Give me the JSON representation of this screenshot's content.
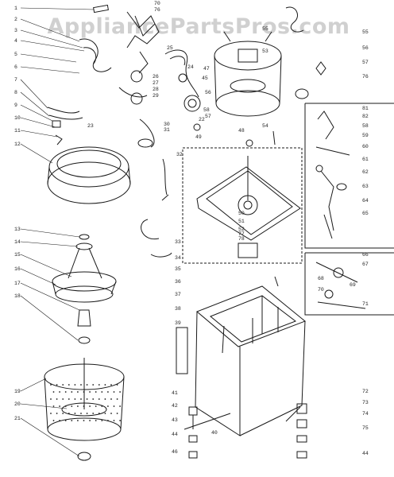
{
  "watermark": "AppliancePartsPros.com",
  "colors": {
    "line": "#1a1a1a",
    "watermark": "#aaaaaa",
    "background": "#ffffff"
  },
  "callouts_left": [
    "1",
    "2",
    "3",
    "4",
    "5",
    "6",
    "7",
    "8",
    "9",
    "10",
    "11",
    "12",
    "13",
    "14",
    "15",
    "16",
    "17",
    "18",
    "19",
    "20",
    "21"
  ],
  "callouts_center": [
    "70",
    "76",
    "25",
    "26",
    "27",
    "28",
    "29",
    "30",
    "31",
    "32",
    "33",
    "34",
    "35",
    "36",
    "37",
    "38",
    "39",
    "40",
    "41",
    "42",
    "43",
    "44",
    "46",
    "47",
    "48",
    "50",
    "51",
    "52",
    "53",
    "54",
    "56",
    "57",
    "58",
    "22",
    "23",
    "24",
    "45",
    "49",
    "55",
    "77",
    "78"
  ],
  "callouts_right": [
    "55",
    "56",
    "57",
    "76",
    "81",
    "82",
    "58",
    "59",
    "60",
    "61",
    "62",
    "63",
    "64",
    "65",
    "66",
    "67",
    "68",
    "69",
    "70",
    "71",
    "72",
    "73",
    "74",
    "75",
    "44"
  ]
}
